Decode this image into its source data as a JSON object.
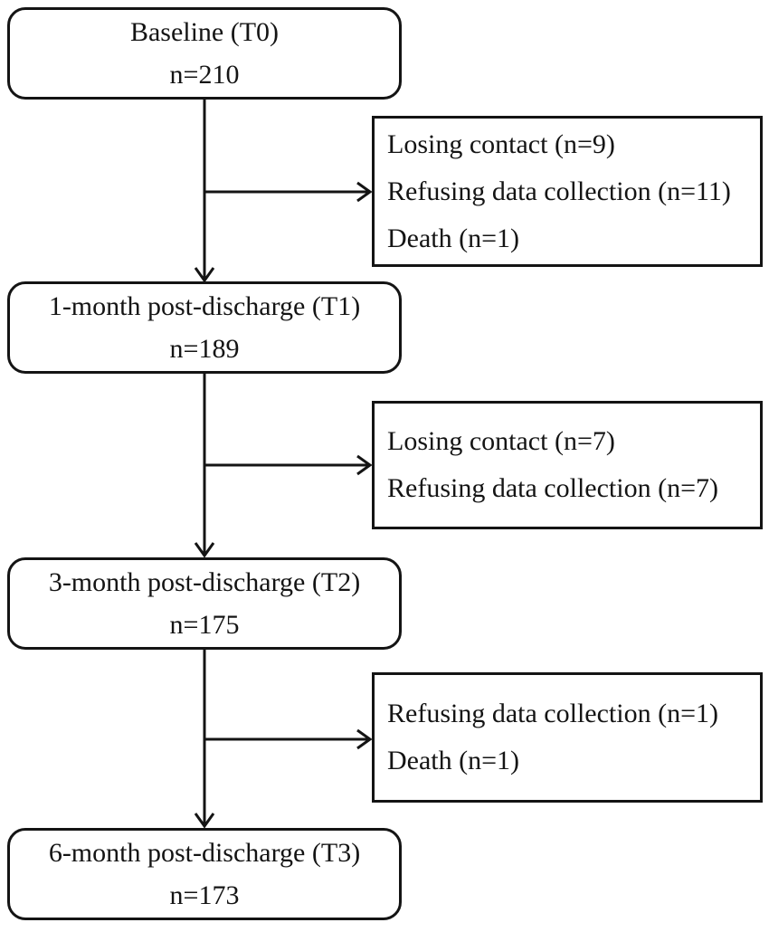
{
  "flow": {
    "stages": [
      {
        "label": "Baseline (T0)",
        "n": "n=210"
      },
      {
        "label": "1-month post-discharge (T1)",
        "n": "n=189"
      },
      {
        "label": "3-month post-discharge (T2)",
        "n": "n=175"
      },
      {
        "label": "6-month post-discharge (T3)",
        "n": "n=173"
      }
    ],
    "dropouts": [
      {
        "lines": [
          "Losing contact (n=9)",
          "Refusing data collection (n=11)",
          "Death (n=1)"
        ]
      },
      {
        "lines": [
          "Losing contact (n=7)",
          "Refusing data collection (n=7)"
        ]
      },
      {
        "lines": [
          "Refusing data collection (n=1)",
          "Death (n=1)"
        ]
      }
    ],
    "colors": {
      "line": "#141414",
      "background": "#ffffff"
    }
  }
}
